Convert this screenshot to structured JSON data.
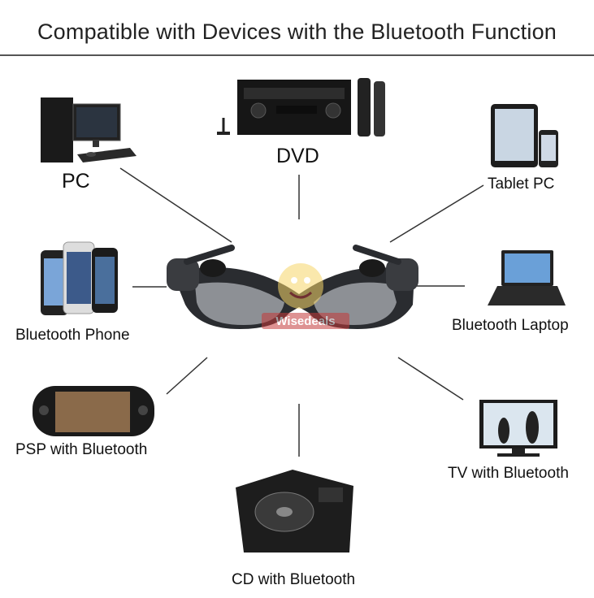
{
  "title": "Compatible with Devices with the Bluetooth Function",
  "center": {
    "product": "bluetooth-sunglasses",
    "watermark": "Wisedeals"
  },
  "devices": [
    {
      "label": "PC",
      "icon": "desktop-pc-icon"
    },
    {
      "label": "DVD",
      "icon": "dvd-receiver-icon"
    },
    {
      "label": "Tablet PC",
      "icon": "tablet-icon"
    },
    {
      "label": "Bluetooth Phone",
      "icon": "smartphone-icon"
    },
    {
      "label": "Bluetooth Laptop",
      "icon": "laptop-icon"
    },
    {
      "label": "PSP with Bluetooth",
      "icon": "psp-console-icon"
    },
    {
      "label": "TV with Bluetooth",
      "icon": "tv-icon"
    },
    {
      "label": "CD with Bluetooth",
      "icon": "cd-player-icon"
    }
  ]
}
